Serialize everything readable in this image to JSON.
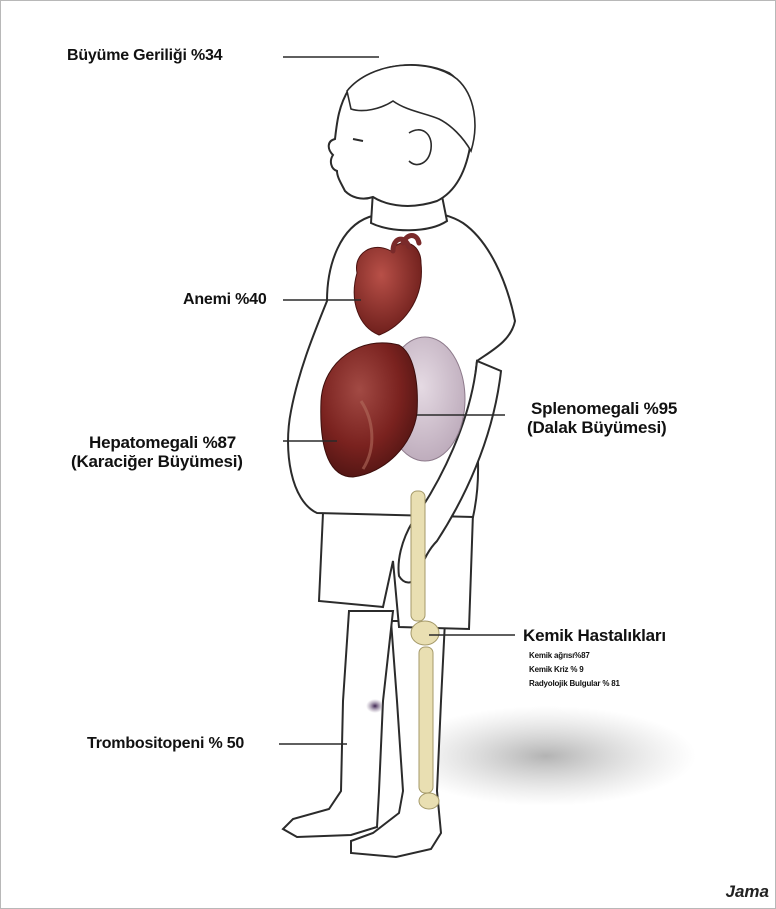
{
  "labels": {
    "growth": "Büyüme Geriliği %34",
    "anemia": "Anemi %40",
    "hepatomegaly": "Hepatomegali %87",
    "hepatomegaly_note": "(Karaciğer Büyümesi)",
    "splenomegaly": "Splenomegali %95",
    "splenomegaly_note": "(Dalak Büyümesi)",
    "bone": "Kemik Hastalıkları",
    "bone_details": [
      "Kemik ağrısı%87",
      "Kemik Kriz % 9",
      "Radyolojik Bulgular % 81"
    ],
    "thrombocytopenia": "Trombositopeni % 50"
  },
  "credit": "Jama",
  "colors": {
    "organ_red": "#7a1f1c",
    "spleen": "#c9b8c6",
    "bone": "#e9dfb2",
    "outline": "#2b2b2b",
    "bruise": "#4a2f5a"
  }
}
